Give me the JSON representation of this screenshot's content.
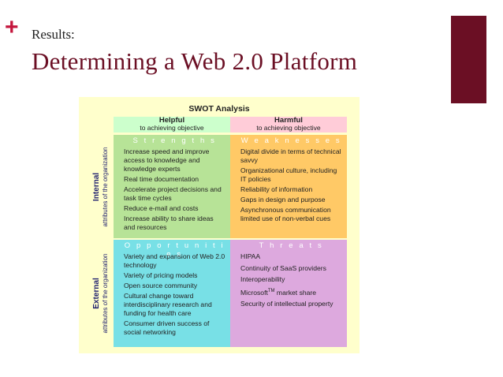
{
  "slide": {
    "plus_symbol": "+",
    "kicker": "Results:",
    "title": "Determining a Web 2.0 Platform",
    "accent_color": "#6b0f24"
  },
  "swot": {
    "title": "SWOT Analysis",
    "columns": {
      "helpful": {
        "label": "Helpful",
        "sub": "to achieving objective"
      },
      "harmful": {
        "label": "Harmful",
        "sub": "to achieving objective"
      }
    },
    "rows": {
      "internal": {
        "label": "Internal",
        "sub": "attributes of the organization"
      },
      "external": {
        "label": "External",
        "sub": "attributes of the organization"
      }
    },
    "strengths": {
      "heading": "S t r e n g t h s",
      "items": [
        "Increase speed and improve access to knowledge and knowledge experts",
        "Real time documentation",
        "Accelerate project decisions and task time cycles",
        "Reduce e-mail and costs",
        "Increase ability to share ideas and resources"
      ]
    },
    "weaknesses": {
      "heading": "W e a k n e s s e s",
      "items": [
        "Digital divide in terms of technical savvy",
        "Organizational culture, including IT policies",
        "Reliability of information",
        "Gaps in design and purpose",
        "Asynchronous communication limited use of non-verbal cues"
      ]
    },
    "opportunities": {
      "heading": "O p p o r t u n i t i e s",
      "items": [
        "Variety and expansion of Web 2.0 technology",
        "Variety of pricing models",
        "Open source community",
        "Cultural change toward interdisciplinary research and funding for health care",
        "Consumer driven success of social networking"
      ]
    },
    "threats": {
      "heading": "T h r e a t s",
      "items": [
        "HIPAA",
        "Continuity of SaaS providers",
        "Interoperability",
        "Security of intellectual property"
      ],
      "microsoft_item": {
        "prefix": "Microsoft",
        "sup": "TM",
        "suffix": " market share"
      }
    },
    "colors": {
      "background": "#ffffcc",
      "helpful_header": "#ccffcc",
      "harmful_header": "#ffccd8",
      "strengths": "#b7e397",
      "weaknesses": "#ffc966",
      "opportunities": "#78e0e6",
      "threats": "#dda9de"
    }
  }
}
